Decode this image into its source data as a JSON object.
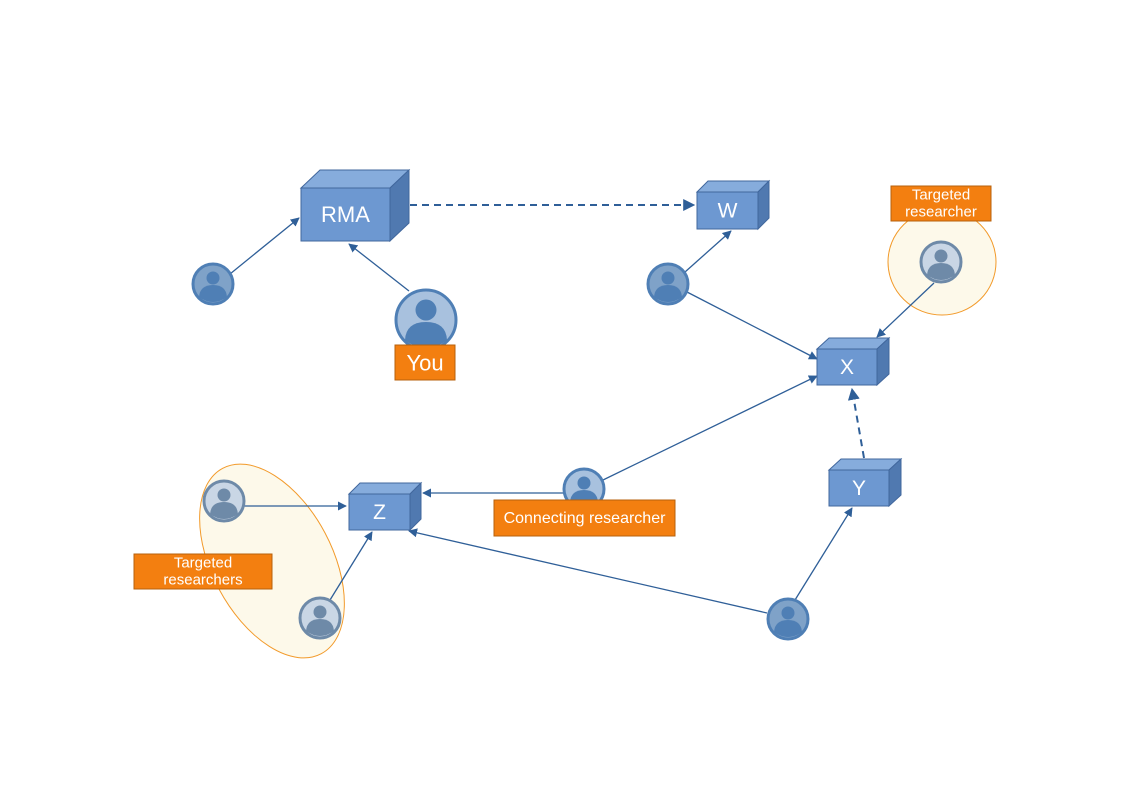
{
  "colors": {
    "box_front": "#6d98d1",
    "box_top": "#86acdc",
    "box_side": "#5079b0",
    "box_stroke": "#41679d",
    "connector": "#2f5f98",
    "tag_fill": "#f37f10",
    "tag_stroke": "#b7610c",
    "highlight_fill": "#fdf9ea",
    "highlight_stroke": "#f29a2a",
    "person_ring": "#4f7fb5",
    "person_fill": "#7fa2c8",
    "you_person_fill": "#a8c1de",
    "you_person_body": "#4f7fb5"
  },
  "nodes": {
    "rma": {
      "label": "RMA"
    },
    "w": {
      "label": "W"
    },
    "x": {
      "label": "X"
    },
    "y": {
      "label": "Y"
    },
    "z": {
      "label": "Z"
    }
  },
  "tags": {
    "you": {
      "text": "You"
    },
    "targeted_single": {
      "lines": [
        "Targeted",
        "researcher"
      ]
    },
    "targeted_group": {
      "lines": [
        "Targeted",
        "researchers"
      ]
    },
    "connecting": {
      "text": "Connecting researcher"
    }
  },
  "icons": {
    "person": "person-icon",
    "highlight": "highlight-ellipse"
  }
}
